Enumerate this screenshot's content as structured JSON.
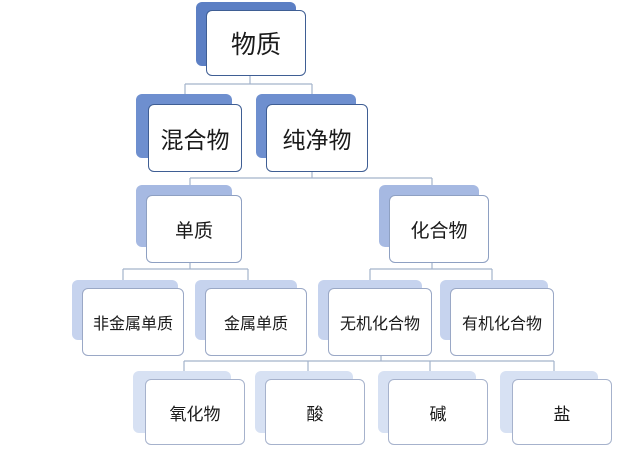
{
  "diagram": {
    "root": {
      "label": "物质"
    },
    "level2": {
      "mixture": {
        "label": "混合物"
      },
      "pure": {
        "label": "纯净物"
      }
    },
    "level3": {
      "element": {
        "label": "单质"
      },
      "compound": {
        "label": "化合物"
      }
    },
    "level4": {
      "nonmetal": {
        "label": "非金属单质"
      },
      "metal": {
        "label": "金属单质"
      },
      "inorganic": {
        "label": "无机化合物"
      },
      "organic": {
        "label": "有机化合物"
      }
    },
    "level5": {
      "oxide": {
        "label": "氧化物"
      },
      "acid": {
        "label": "酸"
      },
      "base": {
        "label": "碱"
      },
      "salt": {
        "label": "盐"
      }
    }
  },
  "colors": {
    "border_dark": "#3f5e94",
    "shadow_level1": "#5c7fc4",
    "shadow_level2": "#6e8fcf",
    "shadow_level3": "#a6b9e2",
    "shadow_level4": "#c6d3ee",
    "shadow_level5": "#d7e1f3",
    "connector": "#a3b3cb"
  }
}
